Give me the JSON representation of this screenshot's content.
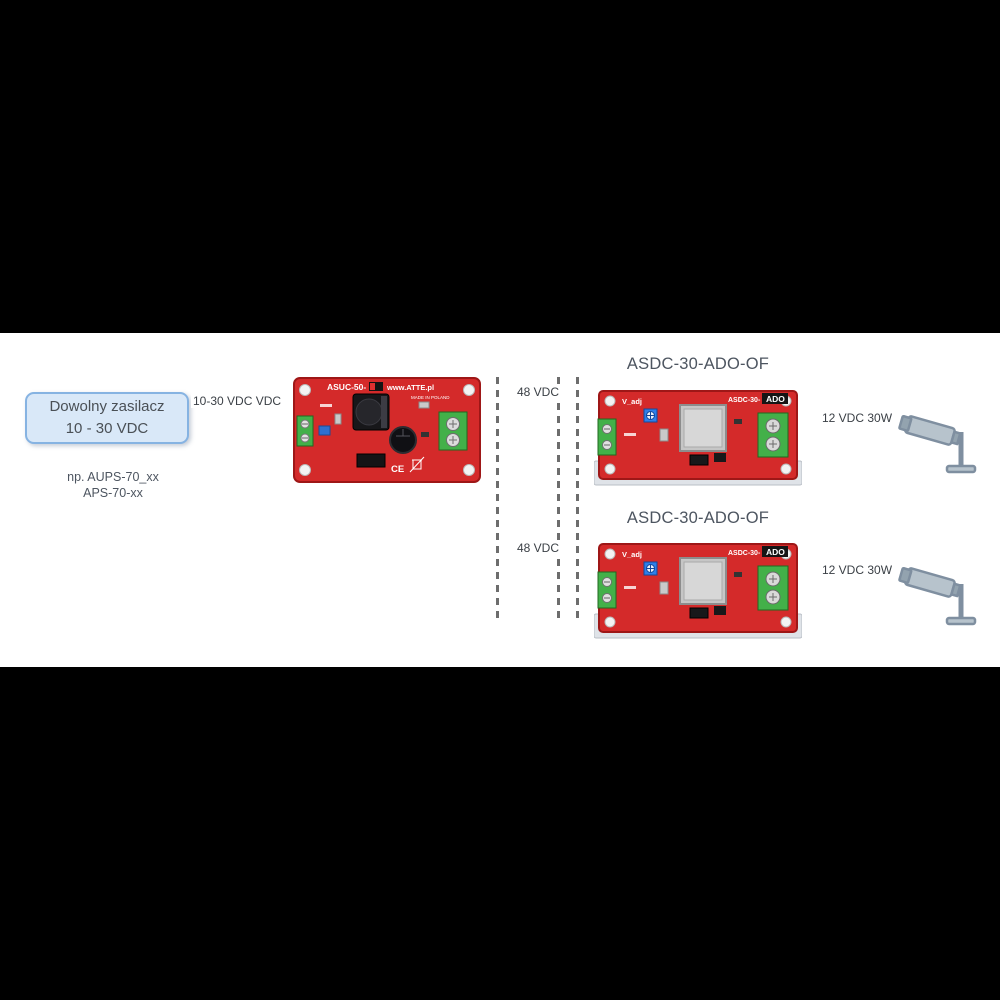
{
  "source": {
    "box": {
      "line1": "Dowolny zasilacz",
      "line2": "10 - 30 VDC"
    },
    "note": {
      "line1": "np. AUPS-70_xx",
      "line2": "APS-70-xx"
    }
  },
  "connections": {
    "input_label": "10-30 VDC VDC",
    "bus1_label": "48 VDC",
    "bus2_label": "48 VDC"
  },
  "converter_board": {
    "model": "ASUC-50-",
    "url": "www.ATTE.pl",
    "made_in": "MADE IN POLAND",
    "ce_mark": "CE"
  },
  "receivers": {
    "title1": "ASDC-30-ADO-OF",
    "title2": "ASDC-30-ADO-OF",
    "board_model": "ASDC-30-",
    "board_logo": "ADO",
    "vadj_label": "V_adj",
    "output1_label": "12 VDC 30W",
    "output2_label": "12 VDC 30W"
  },
  "colors": {
    "board_red": "#d42a2a",
    "terminal_green": "#43b049",
    "source_box_fill": "#d9e8f8",
    "source_box_border": "#86b3e2",
    "diagram_text": "#4d5560",
    "camera_grey": "#b7c3cc"
  }
}
